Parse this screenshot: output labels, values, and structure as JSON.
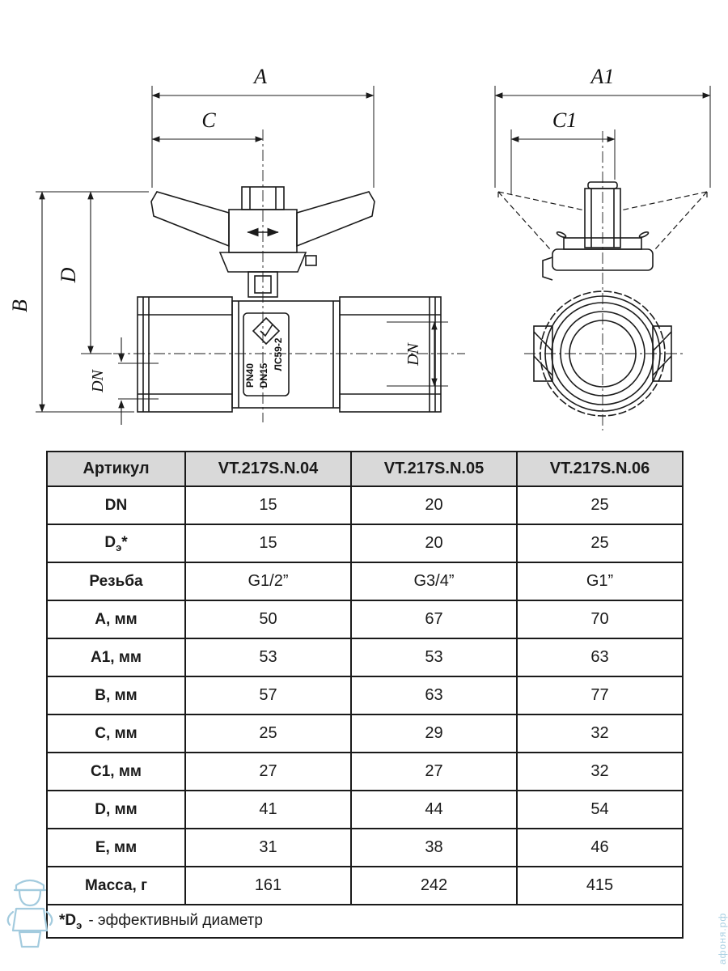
{
  "drawing": {
    "front_view": {
      "dim_a": "A",
      "dim_c": "C",
      "dim_b": "B",
      "dim_d": "D",
      "dim_dn_left": "DN",
      "dim_dn_right": "DN",
      "mark_alloy": "ЛС59-2",
      "mark_pn": "PN40",
      "mark_dn": "DN15"
    },
    "side_view": {
      "dim_a1": "A1",
      "dim_c1": "C1"
    }
  },
  "table": {
    "header": [
      "Артикул",
      "VT.217S.N.04",
      "VT.217S.N.05",
      "VT.217S.N.06"
    ],
    "rows": [
      {
        "label": "DN",
        "values": [
          "15",
          "20",
          "25"
        ]
      },
      {
        "label_base": "D",
        "label_sub": "э",
        "label_suffix": "*",
        "values": [
          "15",
          "20",
          "25"
        ]
      },
      {
        "label": "Резьба",
        "values": [
          "G1/2”",
          "G3/4”",
          "G1”"
        ]
      },
      {
        "label": "A, мм",
        "values": [
          "50",
          "67",
          "70"
        ]
      },
      {
        "label": "A1, мм",
        "values": [
          "53",
          "53",
          "63"
        ]
      },
      {
        "label": "B, мм",
        "values": [
          "57",
          "63",
          "77"
        ]
      },
      {
        "label": "C, мм",
        "values": [
          "25",
          "29",
          "32"
        ]
      },
      {
        "label": "C1, мм",
        "values": [
          "27",
          "27",
          "32"
        ]
      },
      {
        "label": "D, мм",
        "values": [
          "41",
          "44",
          "54"
        ]
      },
      {
        "label": "E, мм",
        "values": [
          "31",
          "38",
          "46"
        ]
      },
      {
        "label": "Масса, г",
        "values": [
          "161",
          "242",
          "415"
        ]
      }
    ],
    "footnote": {
      "bold_base": "*D",
      "bold_sub": "э",
      "text": "- эффективный диаметр"
    }
  },
  "watermark": {
    "site": "афоня.рф"
  }
}
